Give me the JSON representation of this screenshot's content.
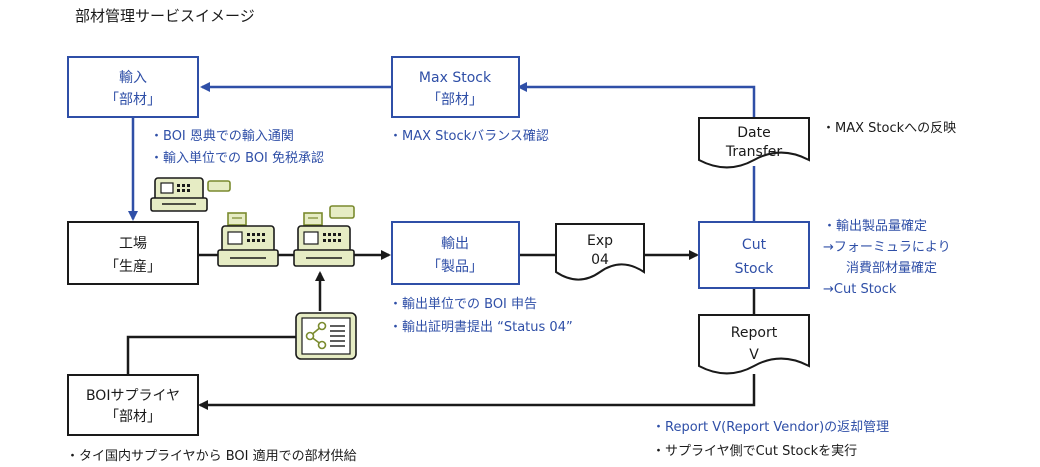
{
  "title": "部材管理サービスイメージ",
  "colors": {
    "blue": "#2f4fa7",
    "dark": "#1a1a1a",
    "olive": "#7a8a2e",
    "olive_fill": "#e6ecc4"
  },
  "boxes": {
    "import": {
      "line1": "輸入",
      "line2": "「部材」"
    },
    "max_stock": {
      "line1": "Max Stock",
      "line2": "「部材」"
    },
    "factory": {
      "line1": "工場",
      "line2": "「生産」"
    },
    "export": {
      "line1": "輸出",
      "line2": "「製品」"
    },
    "cut_stock": {
      "line1": "Cut",
      "line2": "Stock"
    },
    "boi_supplier": {
      "line1": "BOIサプライヤ",
      "line2": "「部材」"
    }
  },
  "docs": {
    "date_transfer": {
      "line1": "Date",
      "line2": "Transfer"
    },
    "exp04": {
      "line1": "Exp",
      "line2": "04"
    },
    "report_v": {
      "line1": "Report",
      "line2": "V"
    }
  },
  "notes": {
    "import": [
      "・BOI 恩典での輸入通関",
      "・輸入単位での BOI 免税承認"
    ],
    "max_stock": [
      "・MAX Stockバランス確認"
    ],
    "date_transfer": [
      "・MAX Stockへの反映"
    ],
    "cut_stock": [
      "・輸出製品量確定",
      "→フォーミュラにより",
      "消費部材量確定",
      "→Cut Stock"
    ],
    "export": [
      "・輸出単位での BOI 申告",
      "・輸出証明書提出 “Status 04”"
    ],
    "supplier": [
      "・タイ国内サプライヤから BOI 適用での部材供給"
    ],
    "report": [
      "・Report V(Report Vendor)の返却管理",
      "・サプライヤ側でCut Stockを実行"
    ]
  },
  "icons": [
    "register-icon",
    "register-icon",
    "register-icon",
    "tablet-share-icon"
  ]
}
